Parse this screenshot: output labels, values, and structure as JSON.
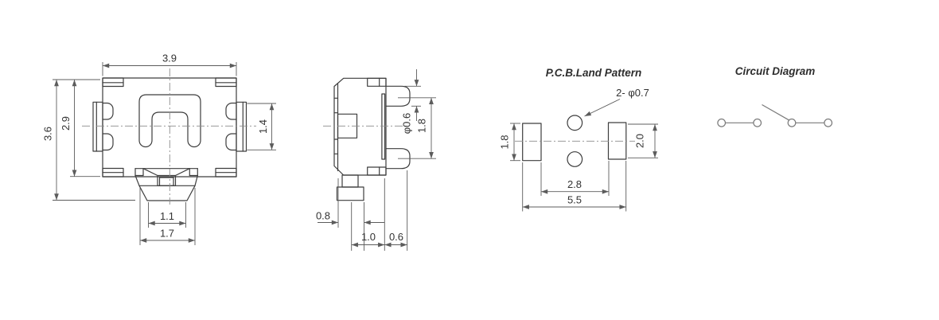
{
  "drawing": {
    "front_view": {
      "width_top": "3.9",
      "height_total": "3.6",
      "height_body": "2.9",
      "side_tab_height": "1.4",
      "stem_bottom_width": "1.1",
      "stem_top_width": "1.7"
    },
    "side_view": {
      "terminal_diameter": "φ0.6",
      "terminal_pitch": "1.8",
      "stem_width": "0.8",
      "stem_to_edge": "1.0",
      "terminal_protrusion": "0.6"
    },
    "pcb_land_pattern": {
      "title": "P.C.B.Land Pattern",
      "hole_callout": "2- φ0.7",
      "pad_left_height": "1.8",
      "pad_right_height": "2.0",
      "hole_to_pad_span": "2.8",
      "overall_width": "5.5"
    },
    "circuit_diagram": {
      "title": "Circuit Diagram"
    },
    "colors": {
      "outline": "#3d3d3d",
      "dimension": "#5c5c5c",
      "centerline": "#8c8c8c",
      "text": "#333333",
      "background": "#ffffff"
    }
  }
}
